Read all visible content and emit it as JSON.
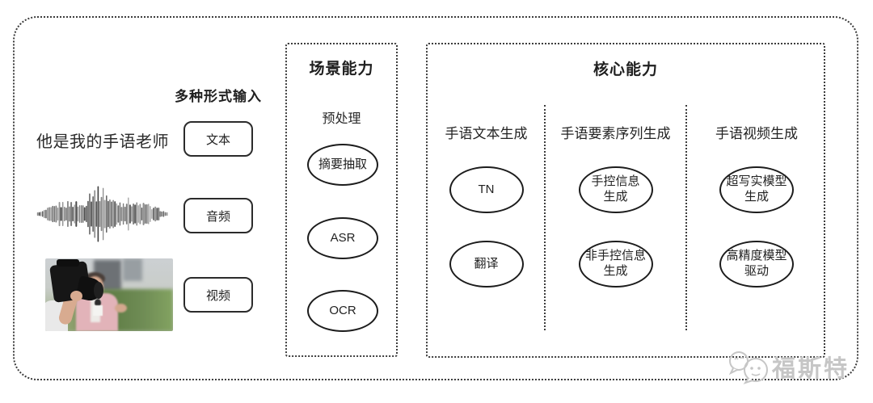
{
  "input_section": {
    "header": "多种形式输入",
    "sample_text": "他是我的手语老师",
    "buttons": [
      {
        "label": "文本"
      },
      {
        "label": "音频"
      },
      {
        "label": "视频"
      }
    ]
  },
  "scene_panel": {
    "title": "场景能力",
    "stage_label": "预处理",
    "nodes": [
      {
        "label": "摘要抽取"
      },
      {
        "label": "ASR"
      },
      {
        "label": "OCR"
      }
    ]
  },
  "core_panel": {
    "title": "核心能力",
    "columns": [
      {
        "header": "手语文本生成",
        "nodes": [
          {
            "label": "TN"
          },
          {
            "label": "翻译"
          }
        ]
      },
      {
        "header": "手语要素序列生成",
        "nodes": [
          {
            "label": "手控信息\n生成"
          },
          {
            "label": "非手控信息\n生成"
          }
        ]
      },
      {
        "header": "手语视频生成",
        "nodes": [
          {
            "label": "超写实模型\n生成"
          },
          {
            "label": "高精度模型\n驱动"
          }
        ]
      }
    ]
  },
  "watermark": {
    "text": "福斯特"
  },
  "icons": {
    "waveform": "audio-waveform-icon",
    "photo": "reporter-interview-photo",
    "logo": "chat-bubbles-logo"
  },
  "colors": {
    "frame_border": "#3c3c3c",
    "node_border": "#1c1c1c",
    "text": "#1f1f1f",
    "watermark": "#c6c6c6",
    "photo_pink": "#e2b3b9",
    "photo_green": "#6f8c55"
  }
}
